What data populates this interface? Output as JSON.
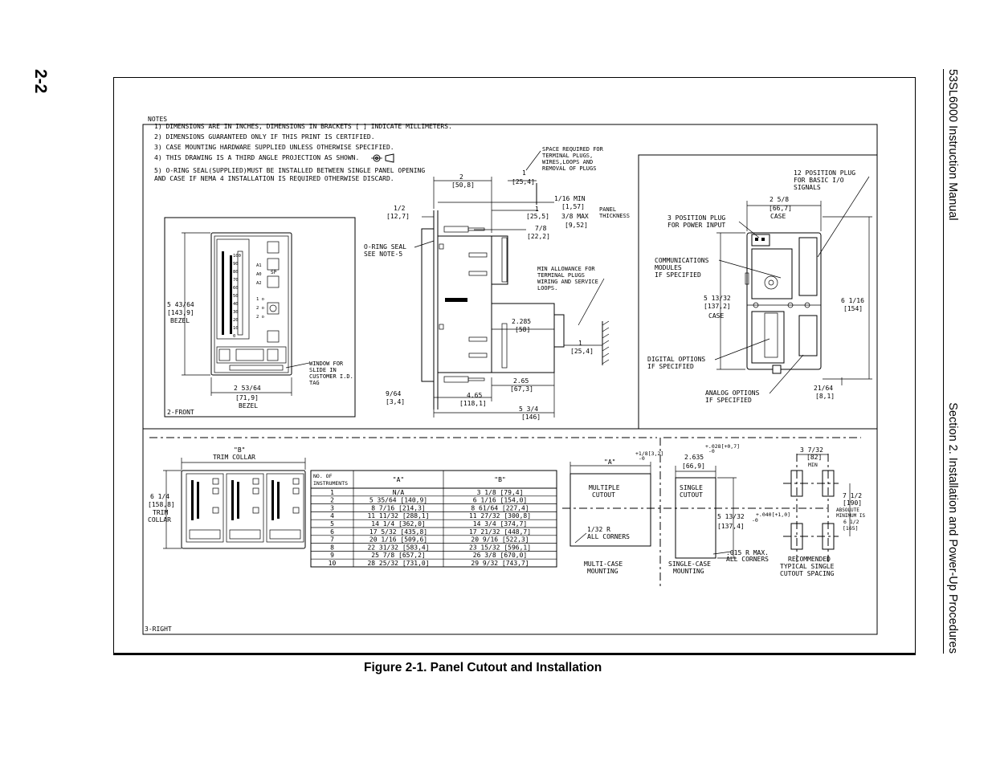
{
  "page_number": "2-2",
  "running_header": {
    "manual_title": "53SL6000 Instruction Manual",
    "section_title": "Section 2.  Installation and Power-Up Procedures"
  },
  "figure_caption": "Figure 2-1.  Panel Cutout and Installation",
  "notes": {
    "heading": "NOTES",
    "items": [
      "1) DIMENSIONS ARE IN INCHES, DIMENSIONS IN BRACKETS [ ] INDICATE MILLIMETERS.",
      "2) DIMENSIONS GUARANTEED ONLY IF THIS PRINT IS CERTIFIED.",
      "3) CASE MOUNTING HARDWARE SUPPLIED        UNLESS OTHERWISE SPECIFIED.",
      "4) THIS DRAWING IS A THIRD ANGLE PROJECTION AS SHOWN.",
      "5) O-RING SEAL(SUPPLIED)MUST BE INSTALLED BETWEEN SINGLE PANEL OPENING",
      "   AND CASE IF NEMA 4 INSTALLATION IS REQUIRED OTHERWISE DISCARD."
    ]
  },
  "front_view": {
    "label": "2-FRONT",
    "height_dim": [
      "5 43/64",
      "[143,9]",
      "BEZEL"
    ],
    "width_dim": [
      "2 53/64",
      "[71,9]",
      "BEZEL"
    ],
    "window_note": [
      "WINDOW FOR",
      "SLIDE IN",
      "CUSTOMER I.D.",
      "TAG"
    ],
    "scale_marks": [
      "100",
      "90",
      "80",
      "70",
      "60",
      "50",
      "40",
      "30",
      "20",
      "10",
      "0"
    ],
    "side_labels": [
      "A1",
      "A0",
      "A2",
      "1 o",
      "2 o",
      "2 o"
    ],
    "sp_label": "SP"
  },
  "side_view": {
    "dims": {
      "d_2": [
        "2",
        "[50,8]"
      ],
      "d_1_top": [
        "1",
        "[25,4]"
      ],
      "space_note": [
        "SPACE REQUIRED FOR",
        "TERMINAL PLUGS,",
        "WIRES,LOOPS AND",
        "REMOVAL OF PLUGS"
      ],
      "d_half": [
        "1/2",
        "[12,7]"
      ],
      "d_1_16": [
        "1/16 MIN",
        "[1,57]"
      ],
      "d_1": [
        "1",
        "[25,5]"
      ],
      "d_3_8": [
        "3/8 MAX",
        "[9,52]"
      ],
      "panel": [
        "PANEL",
        "THICKNESS"
      ],
      "d_7_8": [
        "7/8",
        "[22,2]"
      ],
      "oring": [
        "O-RING SEAL",
        "SEE NOTE-5"
      ],
      "min_allow": [
        "MIN ALLOWANCE FOR",
        "TERMINAL PLUGS",
        "WIRING AND SERVICE",
        "LOOPS."
      ],
      "d_2285": [
        "2.285",
        "[58]"
      ],
      "d_1_right": [
        "1",
        "[25,4]"
      ],
      "d_265": [
        "2.65",
        "[67,3]"
      ],
      "d_9_64": [
        "9/64",
        "[3,4]"
      ],
      "d_465": [
        "4.65",
        "[118,1]"
      ],
      "d_5_34": [
        "5 3/4",
        "[146]"
      ]
    }
  },
  "rear_view": {
    "plug12": [
      "12 POSITION PLUG",
      "FOR BASIC I/O",
      "SIGNALS"
    ],
    "case_w": [
      "2 5/8",
      "[66,7]",
      "CASE"
    ],
    "plug3": [
      "3 POSITION PLUG",
      "FOR POWER INPUT"
    ],
    "comms": [
      "COMMUNICATIONS",
      "MODULES",
      "IF SPECIFIED"
    ],
    "case_h": [
      "5 13/32",
      "[137,2]",
      "CASE"
    ],
    "h_616": [
      "6 1/16",
      "[154]"
    ],
    "digital": [
      "DIGITAL OPTIONS",
      "IF SPECIFIED"
    ],
    "analog": [
      "ANALOG OPTIONS",
      "IF SPECIFIED"
    ],
    "d_21_64": [
      "21/64",
      "[8,1]"
    ]
  },
  "right_view": {
    "label": "3-RIGHT",
    "trim_collar_w": [
      "\"B\"",
      "TRIM COLLAR"
    ],
    "trim_collar_h": [
      "6 1/4",
      "[158,8]",
      "TRIM",
      "COLLAR"
    ]
  },
  "instrument_table": {
    "headers": [
      "NO. OF INSTRUMENTS",
      "\"A\"",
      "\"B\""
    ],
    "rows": [
      [
        "1",
        "N/A",
        "3 1/8 [79,4]"
      ],
      [
        "2",
        "5 35/64 [140,9]",
        "6 1/16 [154,0]"
      ],
      [
        "3",
        "8 7/16 [214,3]",
        "8 61/64 [227,4]"
      ],
      [
        "4",
        "11 11/32 [288,1]",
        "11 27/32 [300,8]"
      ],
      [
        "5",
        "14 1/4 [362,0]",
        "14 3/4 [374,7]"
      ],
      [
        "6",
        "17 5/32 [435,8]",
        "17 21/32 [448,7]"
      ],
      [
        "7",
        "20 1/16 [509,6]",
        "20 9/16 [522,3]"
      ],
      [
        "8",
        "22 31/32 [583,4]",
        "23 15/32 [596,1]"
      ],
      [
        "9",
        "25 7/8 [657,2]",
        "26 3/8 [670,0]"
      ],
      [
        "10",
        "28 25/32 [731,0]",
        "29 9/32 [743,7]"
      ]
    ]
  },
  "multi_case": {
    "tol": "+1/8[3,2]",
    "tol_minus": "-0",
    "a_label": "\"A\"",
    "cutout": [
      "MULTIPLE",
      "CUTOUT"
    ],
    "corner": [
      "1/32 R",
      "ALL CORNERS"
    ],
    "mount": [
      "MULTI-CASE",
      "MOUNTING"
    ]
  },
  "single_case": {
    "tol": "+.028[+0,7]",
    "tol_minus": "-0",
    "w": [
      "2.635",
      "[66,9]"
    ],
    "cutout": [
      "SINGLE",
      "CUTOUT"
    ],
    "h": [
      "5 13/32",
      "[137,4]"
    ],
    "h_tol": "+.040[+1,0]",
    "h_tol_minus": "-0",
    "corner": [
      ".015 R MAX.",
      "ALL CORNERS"
    ],
    "mount": [
      "SINGLE-CASE",
      "MOUNTING"
    ]
  },
  "spacing": {
    "w": [
      "3 7/32",
      "[82]",
      "MIN"
    ],
    "h": [
      "7 1/2",
      "[190]",
      "ABSOLUTE",
      "MINIMUM IS",
      "6 1/2",
      "[165]"
    ],
    "label": [
      "RECOMMENDED",
      "TYPICAL SINGLE",
      "CUTOUT SPACING"
    ]
  }
}
